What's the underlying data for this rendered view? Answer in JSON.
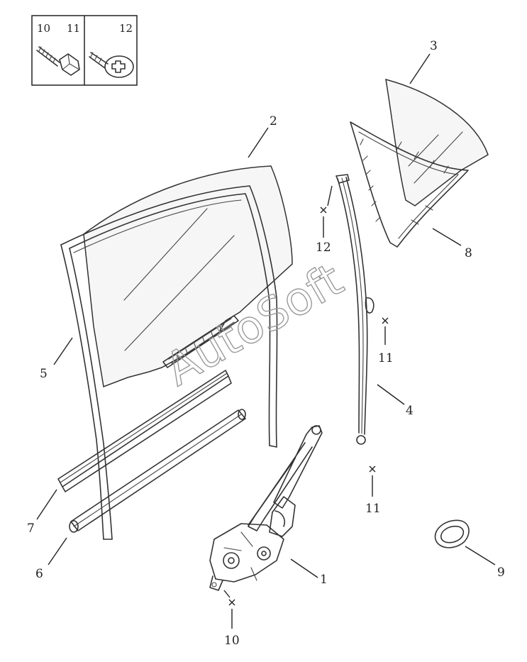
{
  "legend": {
    "left_labels": [
      "10",
      "11"
    ],
    "right_label": "12",
    "bolt_icon": "hex-flange-bolt-icon",
    "screw_icon": "phillips-screw-icon"
  },
  "callouts": [
    {
      "id": "1",
      "label": "1"
    },
    {
      "id": "2",
      "label": "2"
    },
    {
      "id": "3",
      "label": "3"
    },
    {
      "id": "4",
      "label": "4"
    },
    {
      "id": "5",
      "label": "5"
    },
    {
      "id": "6",
      "label": "6"
    },
    {
      "id": "7",
      "label": "7"
    },
    {
      "id": "8",
      "label": "8"
    },
    {
      "id": "9",
      "label": "9"
    },
    {
      "id": "10",
      "label": "10"
    },
    {
      "id": "11a",
      "label": "11"
    },
    {
      "id": "11b",
      "label": "11"
    },
    {
      "id": "12",
      "label": "12"
    }
  ],
  "watermark": "AutoSoft"
}
